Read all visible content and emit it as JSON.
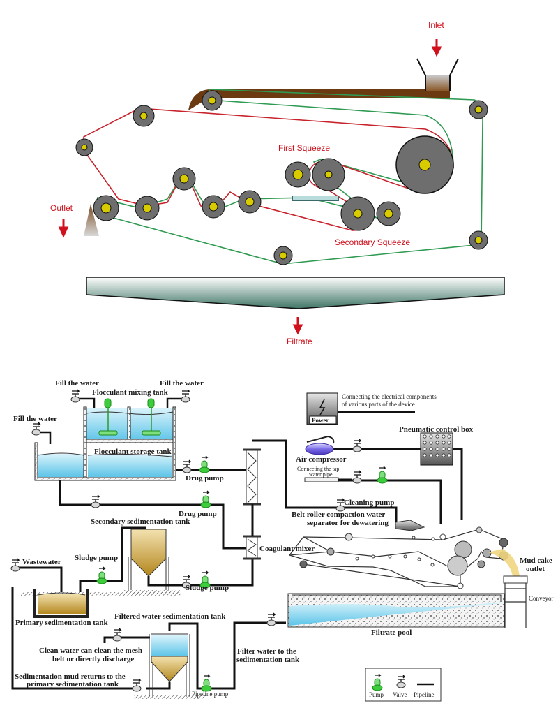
{
  "top_diagram": {
    "title": "Belt filter press working principle",
    "labels": {
      "inlet": "Inlet",
      "outlet": "Outlet",
      "first_squeeze": "First Squeeze",
      "secondary_squeeze": "Secondary Squeeze",
      "filtrate": "Filtrate"
    },
    "colors": {
      "label_red": "#d0101c",
      "upper_belt": "#c8232c",
      "lower_belt": "#2e9a52",
      "sludge": "#6b3a10",
      "roller": "#6e6e6e",
      "roller_hub": "#d8cc00",
      "tray": "#4a7a6a"
    }
  },
  "bottom_diagram": {
    "title": "Sludge dewatering process flow",
    "labels": {
      "fill_water_1": "Fill the water",
      "fill_water_2": "Fill the water",
      "fill_water_3": "Fill the water",
      "flocculant_mixing_tank": "Flocculant mixing tank",
      "flocculant_storage_tank": "Flocculant storage tank",
      "drug_pump_1": "Drug pump",
      "drug_pump_2": "Drug pump",
      "secondary_sedimentation_tank": "Secondary sedimentation tank",
      "sludge_pump_1": "Sludge pump",
      "sludge_pump_2": "Sludge pump",
      "wastewater": "Wastewater",
      "primary_sedimentation_tank": "Primary sedimentation tank",
      "filtered_water_sedimentation_tank": "Filtered water sedimentation tank",
      "clean_water_line1": "Clean water can clean the mesh",
      "clean_water_line2": "belt or directly discharge",
      "sediment_mud_line1": "Sedimentation mud returns to the",
      "sediment_mud_line2": "primary sedimentation tank",
      "pipeline_pump": "Pipeline pump",
      "filter_water_line1": "Filter water to the",
      "filter_water_line2": "sedimentation tank",
      "coagulant_mixer": "Coagulant mixer",
      "power_desc_line1": "Connecting the electrical components",
      "power_desc_line2": "of various parts of the device",
      "power": "Power",
      "pneumatic_control_box": "Pneumatic control box",
      "air_compressor": "Air compressor",
      "tap_water_line1": "Connecting the tap",
      "tap_water_line2": "water pipe",
      "cleaning_pump": "Cleaning pump",
      "belt_roller_line1": "Belt roller compaction water",
      "belt_roller_line2": "separator for dewatering",
      "mud_cake_line1": "Mud cake",
      "mud_cake_line2": "outlet",
      "conveyor": "Conveyor",
      "filtrate_pool": "Filtrate pool"
    },
    "legend": {
      "pump": "Pump",
      "valve": "Valve",
      "pipeline": "Pipeline"
    },
    "colors": {
      "water": "#8fd6ee",
      "sludge": "#c89a2a",
      "pump": "#3ccc3c",
      "pipe": "#111111"
    }
  }
}
